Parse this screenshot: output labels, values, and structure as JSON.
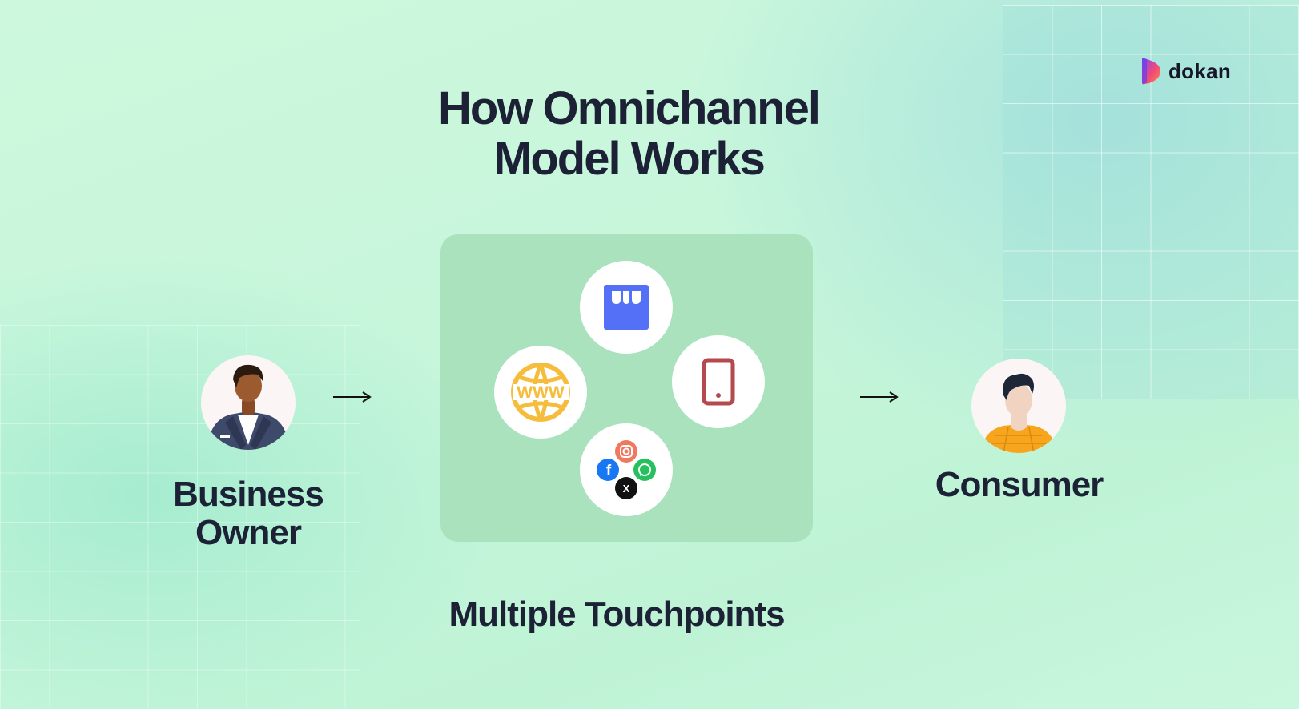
{
  "brand": {
    "name": "dokan",
    "logo_icon": "dokan-logo-icon"
  },
  "title": {
    "line1": "How Omnichannel",
    "line2": "Model Works"
  },
  "nodes": {
    "owner": {
      "line1": "Business",
      "line2": "Owner",
      "icon": "business-owner-avatar"
    },
    "touchpoints": {
      "label": "Multiple Touchpoints",
      "channels": [
        "store-icon",
        "website-icon",
        "mobile-icon",
        "social-media-icon"
      ],
      "social": [
        "instagram-icon",
        "facebook-icon",
        "whatsapp-icon",
        "x-icon"
      ]
    },
    "consumer": {
      "label": "Consumer",
      "icon": "consumer-avatar"
    }
  },
  "colors": {
    "title": "#1c2136",
    "panel": "#a9e2bd",
    "store": "#5470f7",
    "web": "#f6bd3c",
    "phone": "#b44a4e",
    "instagram": "#f0785e",
    "facebook": "#1877f2",
    "whatsapp": "#25c15f",
    "x": "#111111"
  }
}
